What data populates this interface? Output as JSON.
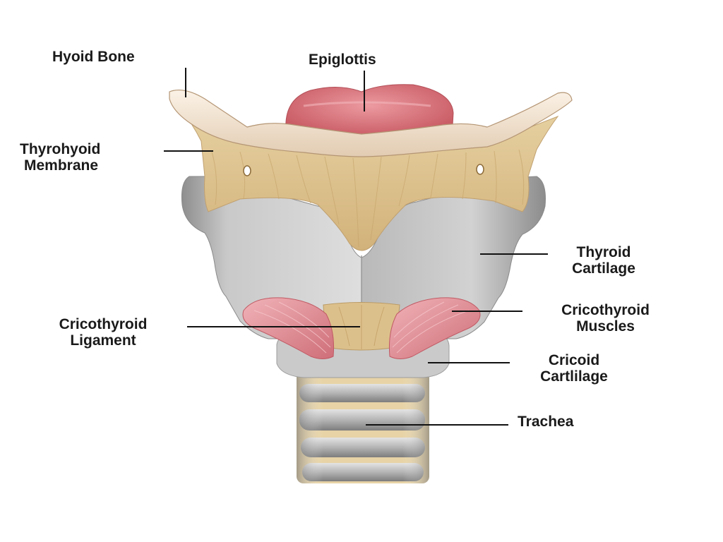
{
  "labels": {
    "hyoid_bone": "Hyoid Bone",
    "epiglottis": "Epiglottis",
    "thyrohyoid_membrane": [
      "Thyrohyoid",
      "Membrane"
    ],
    "thyroid_cartilage": [
      "Thyroid",
      "Cartilage"
    ],
    "cricothyroid_ligament": [
      "Cricothyroid",
      "Ligament"
    ],
    "cricothyroid_muscles": [
      "Cricothyroid",
      "Muscles"
    ],
    "cricoid_cartilage": [
      "Cricoid",
      "Cartlilage"
    ],
    "trachea": "Trachea"
  },
  "colors": {
    "background": "#ffffff",
    "label_text": "#1a1a1a",
    "leader_line": "#111111",
    "cartilage_gray": "#c4c4c4",
    "membrane_tan": "#dcc08c",
    "epiglottis_pink": "#d9747a",
    "muscle_pink": "#e08a92",
    "bone_cream": "#f0e2cf"
  }
}
